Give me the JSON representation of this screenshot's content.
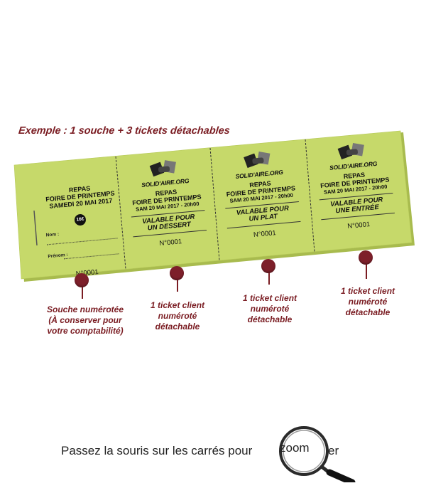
{
  "heading": "Exemple : 1 souche + 3 tickets détachables",
  "colors": {
    "ticket": "#c6d96a",
    "accent": "#7a1c22",
    "logo": "#222222"
  },
  "stub": {
    "line1": "REPAS",
    "line2": "FOIRE DE PRINTEMPS",
    "line3": "SAMEDI 20 MAI 2017",
    "price": "16€",
    "nom_label": "Nom :",
    "prenom_label": "Prénom :",
    "number": "N°0001"
  },
  "tickets": [
    {
      "logo": "SOLID'AIRE.ORG",
      "line1": "REPAS",
      "line2": "FOIRE DE PRINTEMPS",
      "line3": "SAM 20 MAI 2017 - 20h00",
      "valid1": "VALABLE POUR",
      "valid2": "UN DESSERT",
      "number": "N°0001"
    },
    {
      "logo": "SOLID'AIRE.ORG",
      "line1": "REPAS",
      "line2": "FOIRE DE PRINTEMPS",
      "line3": "SAM 20 MAI 2017 - 20h00",
      "valid1": "VALABLE POUR",
      "valid2": "UN PLAT",
      "number": "N°0001"
    },
    {
      "logo": "SOLID'AIRE.ORG",
      "line1": "REPAS",
      "line2": "FOIRE DE PRINTEMPS",
      "line3": "SAM 20 MAI 2017 - 20h00",
      "valid1": "VALABLE POUR",
      "valid2": "UNE ENTRÉE",
      "number": "N°0001"
    }
  ],
  "captions": [
    {
      "lines": [
        "Souche numérotée",
        "(À conserver pour",
        "votre comptabilité)"
      ]
    },
    {
      "lines": [
        "1 ticket client",
        "numéroté",
        "détachable"
      ]
    },
    {
      "lines": [
        "1 ticket client",
        "numéroté",
        "détachable"
      ]
    },
    {
      "lines": [
        "1 ticket client",
        "numéroté",
        "détachable"
      ]
    }
  ],
  "footer": {
    "text": "Passez la souris sur les carrés pour",
    "zoom_word": "zoom",
    "after": "er"
  }
}
